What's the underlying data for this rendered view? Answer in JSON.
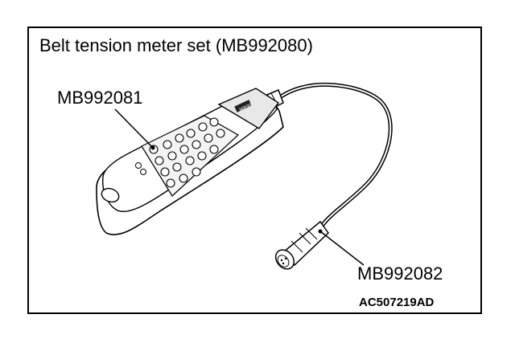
{
  "title": "Belt tension meter set (MB992080)",
  "labels": {
    "unit": "MB992081",
    "sensor": "MB992082"
  },
  "figure_code": "AC507219AD",
  "display_text": "MB99"
}
